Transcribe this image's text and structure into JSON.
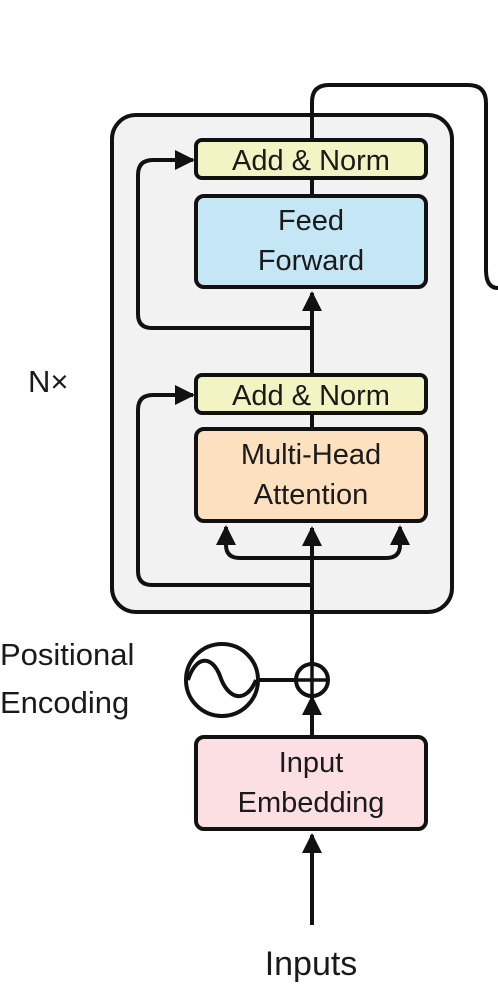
{
  "encoder": {
    "repeat_label": "N×",
    "upper_add_norm": "Add & Norm",
    "feed_forward": [
      "Feed",
      "Forward"
    ],
    "lower_add_norm": "Add & Norm",
    "attention": [
      "Multi-Head",
      "Attention"
    ]
  },
  "positional_encoding": [
    "Positional",
    "Encoding"
  ],
  "input_embedding": [
    "Input",
    "Embedding"
  ],
  "inputs_label": "Inputs",
  "colors": {
    "add_norm": "#f2f4c4",
    "feed_forward": "#c4e6f5",
    "attention": "#fde0c0",
    "embedding": "#fbdfe2",
    "encoder_block": "#f2f2f2",
    "stroke": "#111111"
  }
}
